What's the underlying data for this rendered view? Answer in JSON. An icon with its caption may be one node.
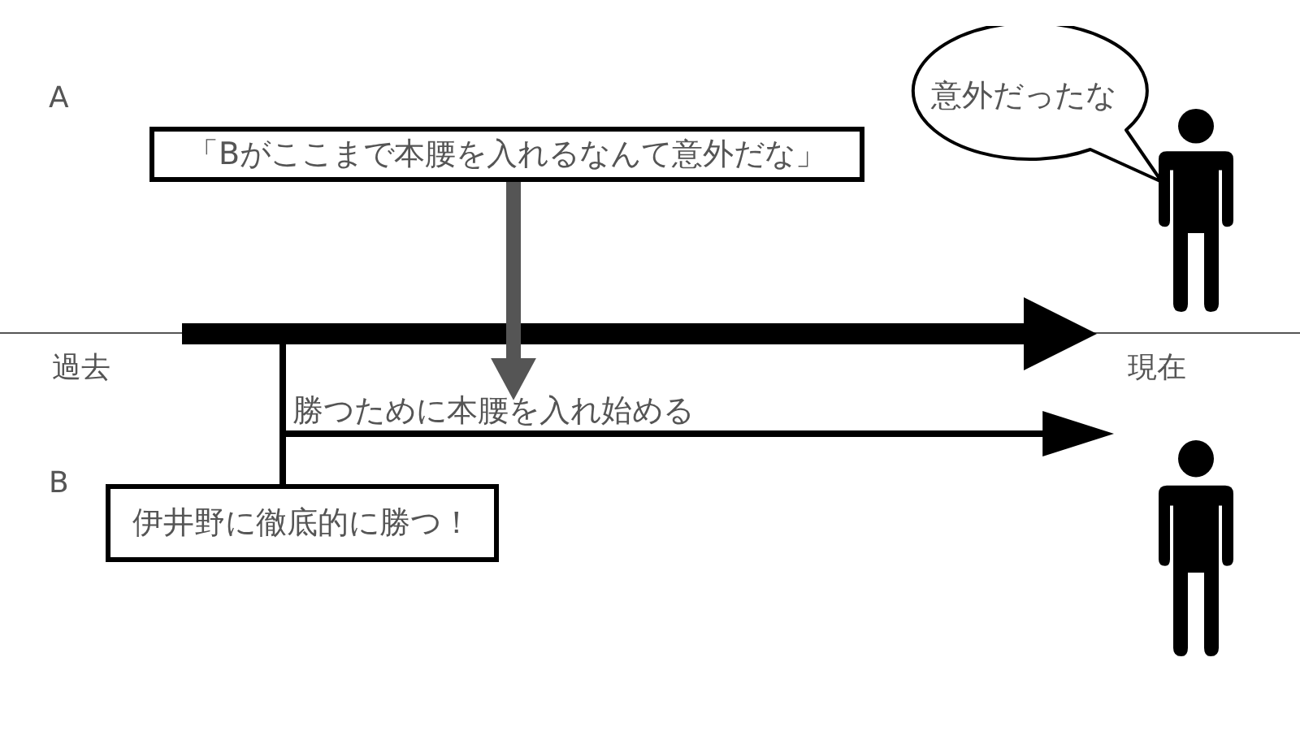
{
  "diagram": {
    "nodes": [
      {
        "text": [
          "「Bがここまで本腰を入れるなんて意外だな」"
        ]
      },
      {
        "text": [
          "意外だったな"
        ]
      },
      {
        "text": [],
        "shape": "person"
      },
      {
        "text": [
          "伊井野に徹底的に勝つ！"
        ]
      },
      {
        "text": [],
        "shape": "person"
      }
    ],
    "edges": [
      {
        "from": 0,
        "to": null,
        "arrow": "to",
        "style": "thick",
        "color": "#555555"
      },
      {
        "from": 3,
        "to": null,
        "arrow": "to",
        "label": "勝つために本腰を入れ始める"
      }
    ],
    "labels": [
      "A",
      "過去",
      "現在",
      "B"
    ]
  }
}
